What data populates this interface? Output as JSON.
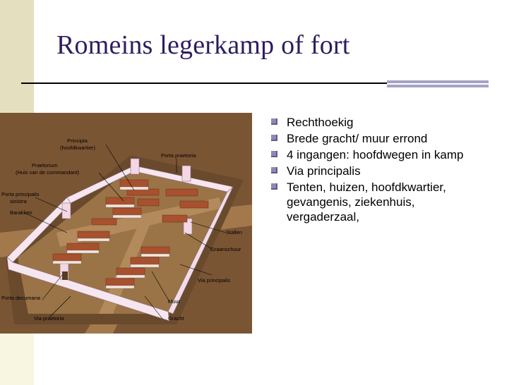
{
  "slide": {
    "title": "Romeins legerkamp of fort",
    "bullets": [
      "Rechthoekig",
      "Brede gracht/ muur errond",
      "4 ingangen: hoofdwegen in kamp",
      "Via principalis",
      "Tenten, huizen, hoofdkwartier, gevangenis, ziekenhuis, vergaderzaal,"
    ],
    "bullet_icon": "square-bullet-icon"
  },
  "illustration": {
    "labels": {
      "principia": "Principia",
      "hoofdkwartier": "(hoofdkwartier)",
      "porta_praetoria": "Porta praetoria",
      "praetorium": "Praetorium",
      "huis_commandant": "(Huis van de commandant)",
      "porta_principalis": "Porta principalis",
      "sinistra": "sinistra",
      "barakken": "Barakken",
      "stallen": "Stallen",
      "graanschuur": "Graanschuur",
      "via_principalis": "Via principalis",
      "porta_decumana": "Porta decumana",
      "muur": "Muur",
      "via_praetoria": "Via praetoria",
      "gracht": "Gracht"
    }
  },
  "colors": {
    "title": "#2e1d5e",
    "ground": "#7a5534",
    "wall": "#f6e6ef",
    "road": "#a3794c",
    "roof": "#a8512e"
  }
}
